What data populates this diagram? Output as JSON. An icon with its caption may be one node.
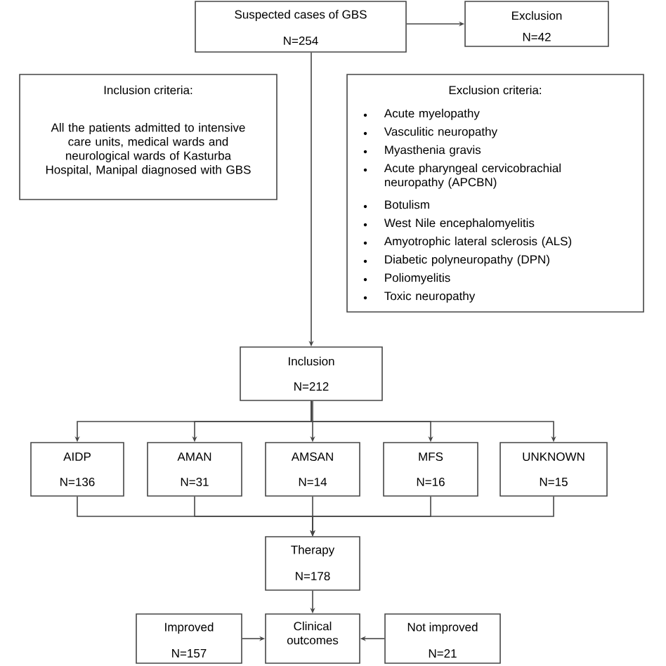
{
  "diagram": {
    "nodes": [
      {
        "text": [
          "Suspected cases of GBS",
          "N=254"
        ]
      },
      {
        "text": [
          "Exclusion",
          "N=42"
        ]
      },
      {
        "text": [
          "Inclusion criteria:",
          "All the patients admitted to intensive care units, medical wards and neurological wards of Kasturba Hospital, Manipal diagnosed with GBS"
        ]
      },
      {
        "text": [
          "Exclusion criteria:",
          "Acute myelopathy",
          "Vasculitic neuropathy",
          "Myasthenia gravis",
          "Acute pharyngeal cervicobrachial neuropathy (APCBN)",
          "Botulism",
          "West Nile encephalomyelitis",
          "Amyotrophic lateral sclerosis (ALS)",
          "Diabetic polyneuropathy (DPN)",
          "Poliomyelitis",
          "Toxic neuropathy"
        ]
      },
      {
        "text": [
          "Inclusion",
          "N=212"
        ]
      },
      {
        "text": [
          "AIDP",
          "N=136"
        ]
      },
      {
        "text": [
          "AMAN",
          "N=31"
        ]
      },
      {
        "text": [
          "AMSAN",
          "N=14"
        ]
      },
      {
        "text": [
          "MFS",
          "N=16"
        ]
      },
      {
        "text": [
          "UNKNOWN",
          "N=15"
        ]
      },
      {
        "text": [
          "Therapy",
          "N=178"
        ]
      },
      {
        "text": [
          "Improved",
          "N=157"
        ]
      },
      {
        "text": [
          "Clinical outcomes"
        ]
      },
      {
        "text": [
          "Not improved",
          "N=21"
        ]
      }
    ],
    "edges": [
      {
        "from": 0,
        "to": 1,
        "arrow": "to"
      },
      {
        "from": 0,
        "to": 4,
        "arrow": "to"
      },
      {
        "from": 4,
        "to": 5,
        "arrow": "to"
      },
      {
        "from": 4,
        "to": 6,
        "arrow": "to"
      },
      {
        "from": 4,
        "to": 7,
        "arrow": "to"
      },
      {
        "from": 4,
        "to": 8,
        "arrow": "to"
      },
      {
        "from": 4,
        "to": 9,
        "arrow": "to"
      },
      {
        "from": 5,
        "to": 10,
        "arrow": "to"
      },
      {
        "from": 6,
        "to": 10,
        "arrow": "to"
      },
      {
        "from": 7,
        "to": 10,
        "arrow": "to"
      },
      {
        "from": 8,
        "to": 10,
        "arrow": "to"
      },
      {
        "from": 9,
        "to": 10,
        "arrow": "to"
      },
      {
        "from": 10,
        "to": 12,
        "arrow": "to"
      },
      {
        "from": 11,
        "to": 12,
        "arrow": "to"
      },
      {
        "from": 13,
        "to": 12,
        "arrow": "to"
      }
    ]
  }
}
